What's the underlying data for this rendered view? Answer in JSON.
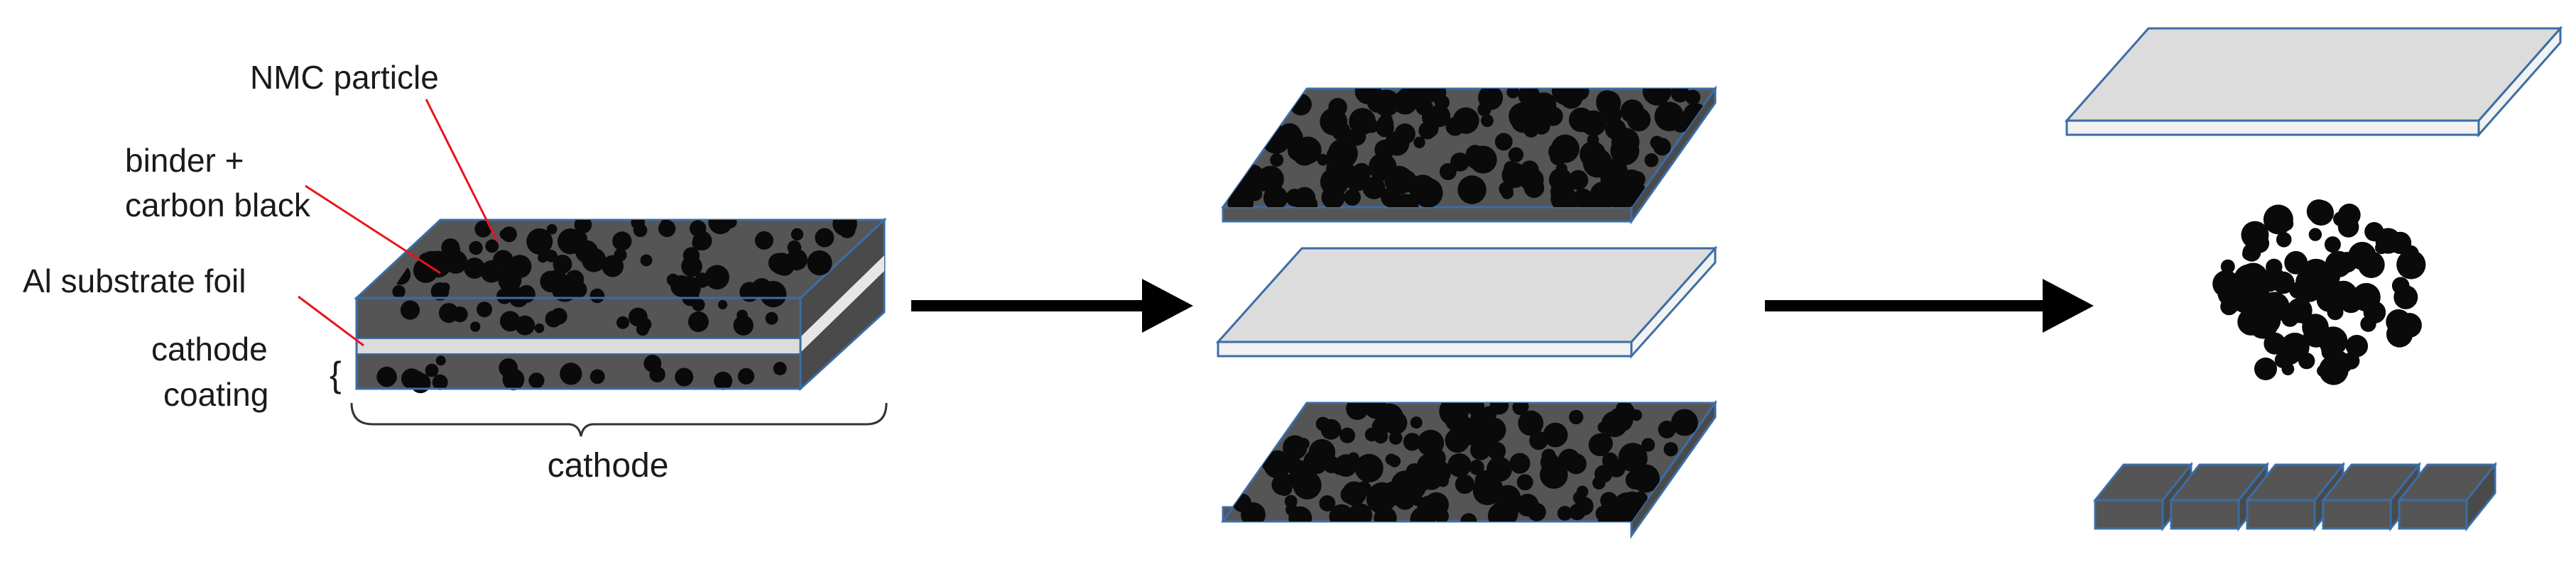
{
  "labels": {
    "nmc_particle": "NMC particle",
    "binder_line1": "binder +",
    "binder_line2": "carbon black",
    "substrate_foil": "Al substrate foil",
    "coating_line1": "cathode",
    "coating_line2": "coating",
    "coating_brace": "{",
    "cathode": "cathode"
  },
  "colors": {
    "coating_dark": "#555555",
    "coating_side": "#4a4a4a",
    "particle": "#0a0a0a",
    "foil_light": "#dcdcdc",
    "foil_side": "#f2f2f2",
    "edge_blue": "#3b6da6",
    "leader_red": "#e8141c",
    "arrow": "#000000"
  },
  "stages": [
    {
      "name": "intact-cathode"
    },
    {
      "name": "separated-layers"
    },
    {
      "name": "recovered-materials"
    }
  ]
}
